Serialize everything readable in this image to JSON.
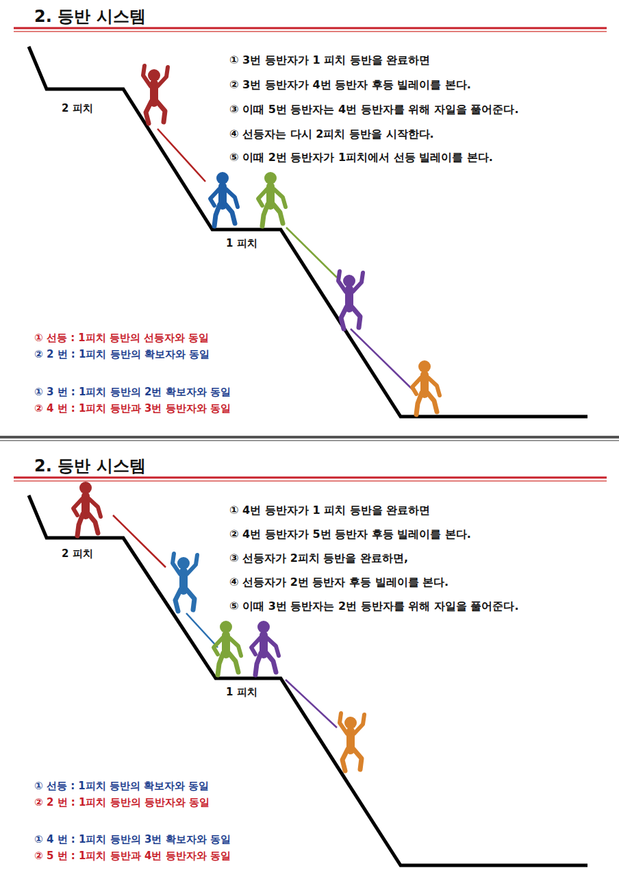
{
  "diagram": {
    "title": "2. 등반 시스템",
    "labels": [
      "2 피치",
      "1 피치",
      "① 3번 등반자가 1 피치 등반을 완료하면",
      "② 3번 등반자가 4번 등반자 후등 빌레이를 본다.",
      "③ 이때 5번 등반자는 4번 등반자를 위해 자일을 풀어준다.",
      "④ 선등자는 다시 2피치 등반을 시작한다.",
      "⑤ 이때 2번 등반자가 1피치에서 선등 빌레이를 본다.",
      "① 선등 : 1피치 등반의 선등자와 동일",
      "② 2 번 : 1피치 등반의 확보자와 동일",
      "① 3 번 : 1피치 등반의 2번 확보자와 동일",
      "② 4 번 : 1피치 등반과 3번 등반자와 동일",
      "2. 등반 시스템",
      "2 피치",
      "1 피치",
      "① 4번 등반자가 1 피치 등반을 완료하면",
      "② 4번 등반자가 5번 등반자 후등 빌레이를 본다.",
      "③ 선등자가 2피치 등반을 완료하면,",
      "④ 선등자가 2번 등반자 후등 빌레이를 본다.",
      "⑤ 이때 3번 등반자는 2번 등반자를 위해 자일을 풀어준다.",
      "① 선등 : 1피치 등반의 확보자와 동일",
      "② 2 번 : 1피치 등반의 등반자와 동일",
      "① 4 번 : 1피치 등반의 3번 확보자와 동일",
      "② 5 번 : 1피치 등반과 4번 등반자와 동일"
    ]
  }
}
